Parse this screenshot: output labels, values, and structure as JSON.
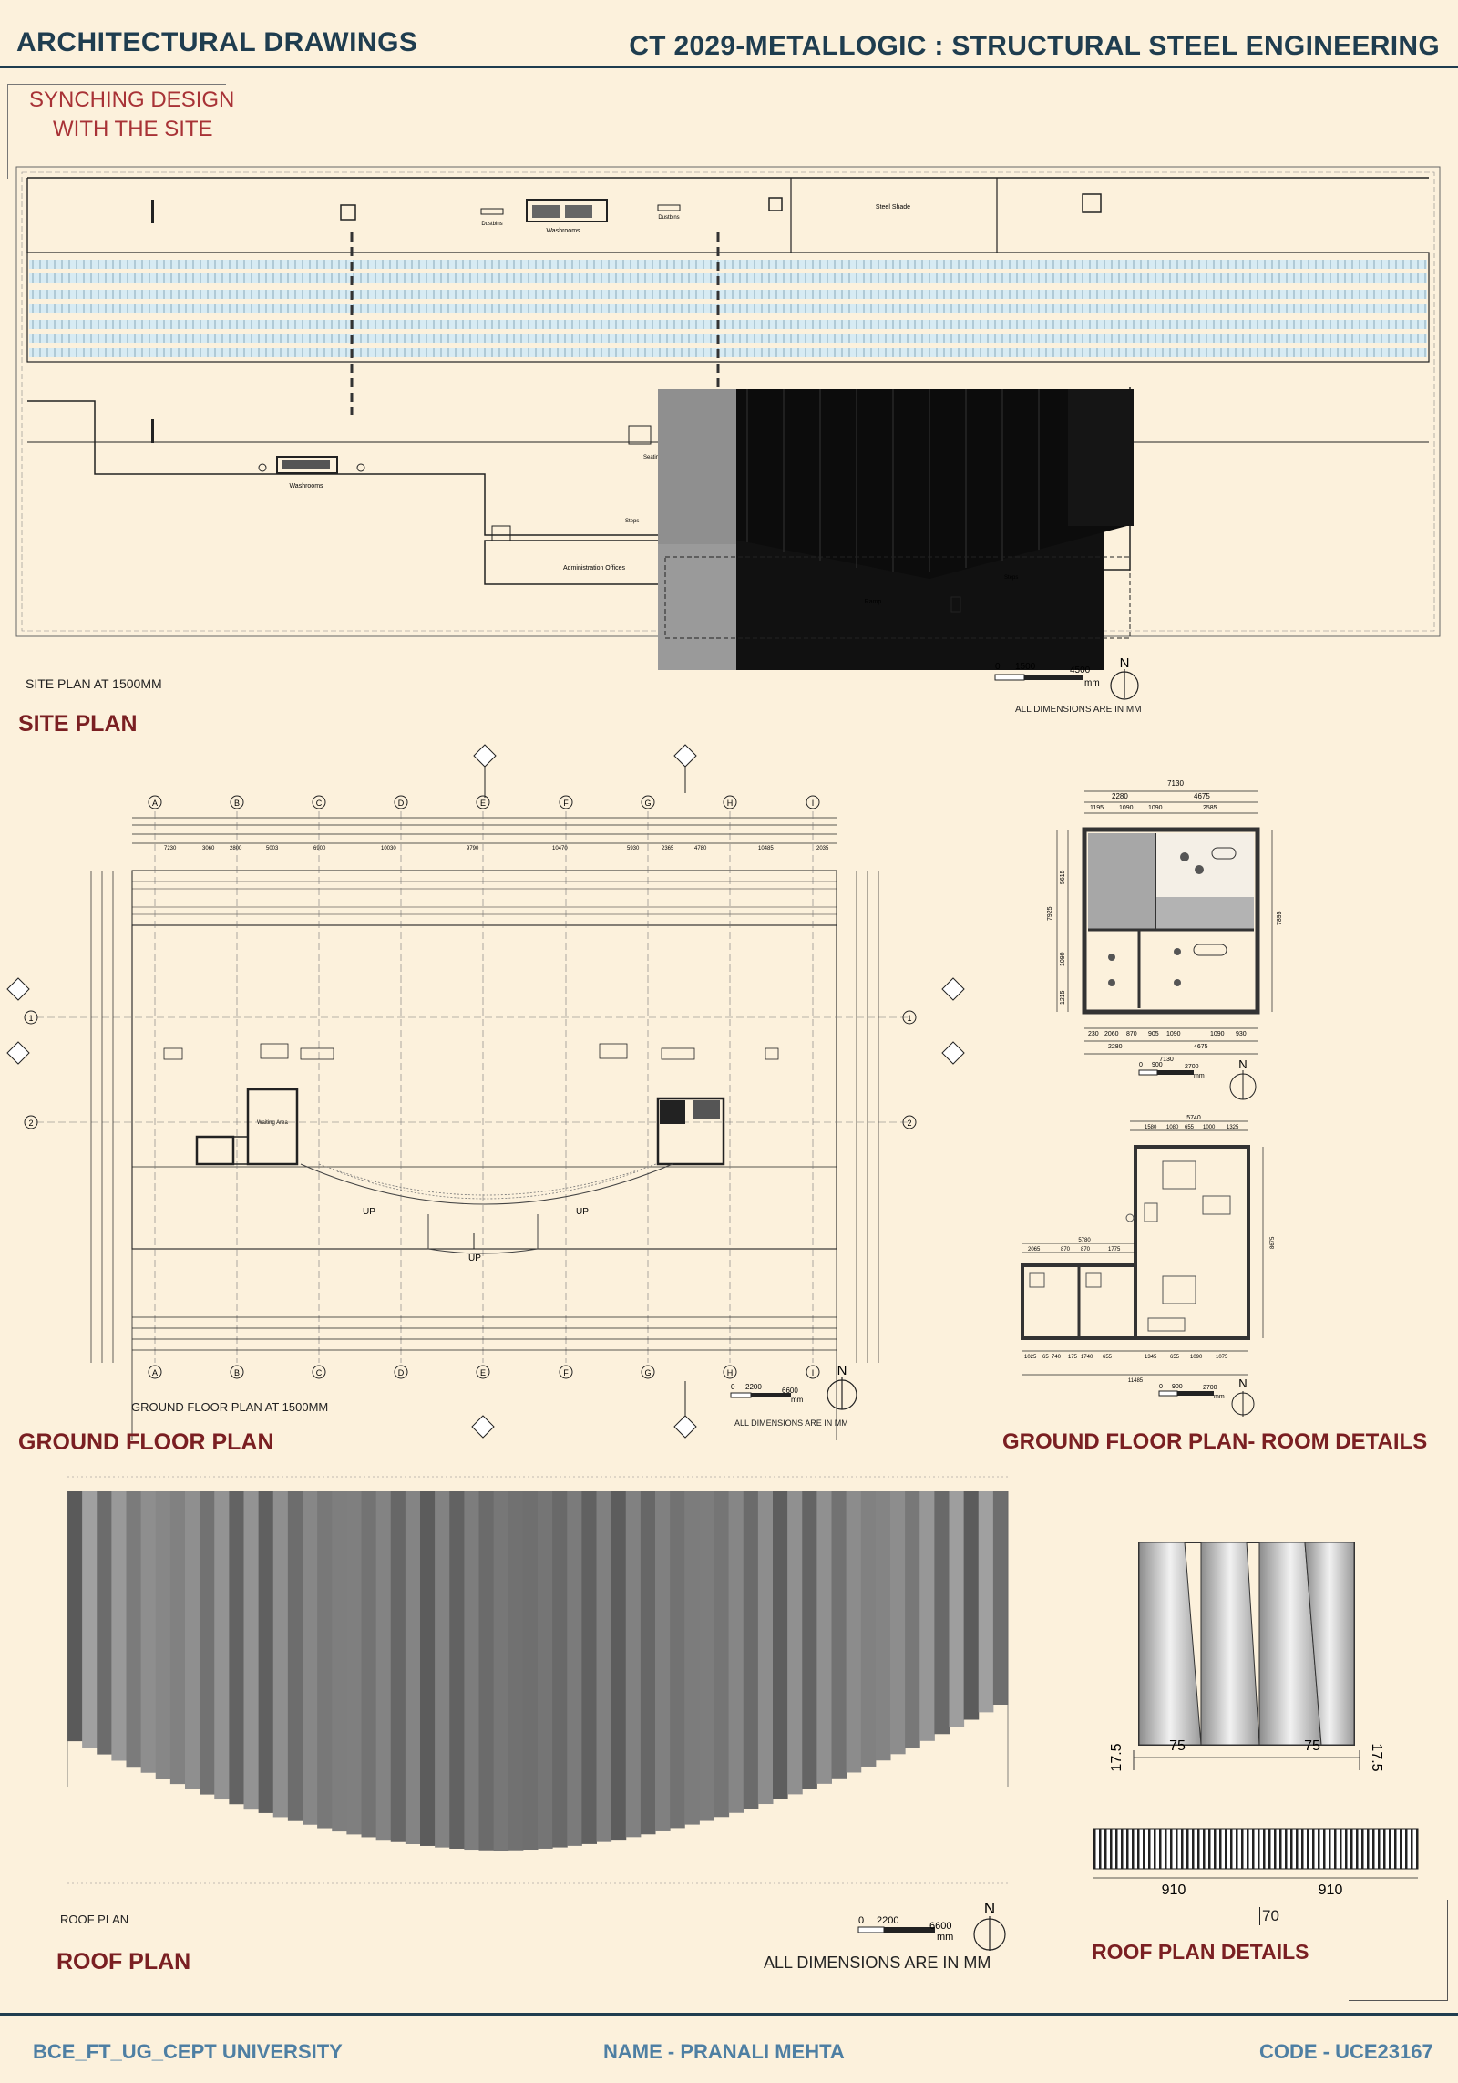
{
  "header": {
    "left_title": "ARCHITECTURAL DRAWINGS",
    "right_title": "CT 2029-METALLOGIC : STRUCTURAL STEEL ENGINEERING"
  },
  "tagline": {
    "line1": "SYNCHING DESIGN",
    "line2": "WITH THE SITE"
  },
  "site_plan": {
    "caption": "SITE PLAN AT 1500MM",
    "title": "SITE PLAN",
    "labels": {
      "dustbins_1": "Dustbins",
      "dustbins_2": "Dustbins",
      "washrooms_top": "Washrooms",
      "steel_shade": "Steel Shade",
      "washrooms_bottom": "Washrooms",
      "seating_area": "Seating Area",
      "steps_1": "Steps",
      "admin_offices": "Administration Offices",
      "ramp": "Ramp",
      "steps_2": "Steps"
    },
    "scale": {
      "s0": "0",
      "s1": "1500",
      "s2": "4500",
      "unit": "mm"
    },
    "north": "N",
    "dims_note": "ALL DIMENSIONS ARE IN MM"
  },
  "ground_floor": {
    "caption": "GROUND FLOOR PLAN  AT 1500MM",
    "title": "GROUND FLOOR PLAN",
    "grid_cols": [
      "A",
      "B",
      "C",
      "D",
      "E",
      "F",
      "G",
      "H",
      "I"
    ],
    "grid_rows": [
      "1",
      "2"
    ],
    "up_labels": [
      "UP",
      "UP",
      "UP"
    ],
    "waiting_area": "Waiting Area",
    "scale": {
      "s0": "0",
      "s1": "2200",
      "s2": "6600",
      "unit": "mm"
    },
    "north": "N",
    "dims_note": "ALL DIMENSIONS ARE IN MM",
    "top_dims": [
      "7230",
      "3060",
      "2800",
      "5003",
      "6900",
      "10030",
      "9790",
      "10470",
      "5930",
      "2365",
      "4780",
      "10485",
      "2035"
    ]
  },
  "room_details": {
    "title": "GROUND FLOOR PLAN- ROOM DETAILS",
    "room1": {
      "top_total": "7130",
      "top_a": "2280",
      "top_b": "4675",
      "top_c": [
        "1195",
        "1090",
        "1090",
        "2585"
      ],
      "bottom": [
        "230",
        "2060",
        "870",
        "905",
        "1090",
        "1090",
        "930"
      ],
      "bottom_total": "7130",
      "bottom_a": "2280",
      "bottom_b": "4675",
      "left_dims": [
        "7925",
        "5615",
        "1090",
        "1215"
      ],
      "right_dim": "7895"
    },
    "room2": {
      "top_total": "5740",
      "top_c": [
        "1580",
        "1080",
        "655",
        "1000",
        "1325"
      ],
      "mid_total": "5780",
      "mid_c": [
        "2065",
        "870",
        "870",
        "1775"
      ],
      "bottom_row1": [
        "1025",
        "65",
        "740",
        "175",
        "1740",
        "655",
        "1345",
        "655",
        "1090",
        "1075"
      ],
      "bottom_total": "11485",
      "right_dim": "8675"
    },
    "scale1": {
      "s0": "0",
      "s1": "900",
      "s2": "2700",
      "unit": "mm"
    },
    "scale2": {
      "s0": "0",
      "s1": "900",
      "s2": "2700",
      "unit": "mm"
    },
    "north": "N"
  },
  "roof_plan": {
    "caption": "ROOF PLAN",
    "title": "ROOF PLAN",
    "scale": {
      "s0": "0",
      "s1": "2200",
      "s2": "6600",
      "unit": "mm"
    },
    "north": "N",
    "dims_note": "ALL DIMENSIONS ARE IN MM"
  },
  "roof_details": {
    "title": "ROOF PLAN DETAILS",
    "d_left": "17.5",
    "d_mid1": "75",
    "d_mid2": "75",
    "d_right": "17.5",
    "w1": "910",
    "w2": "910",
    "pitch": "70"
  },
  "footer": {
    "left": "BCE_FT_UG_CEPT UNIVERSITY",
    "center": "NAME - PRANALI MEHTA",
    "right": "CODE - UCE23167"
  }
}
